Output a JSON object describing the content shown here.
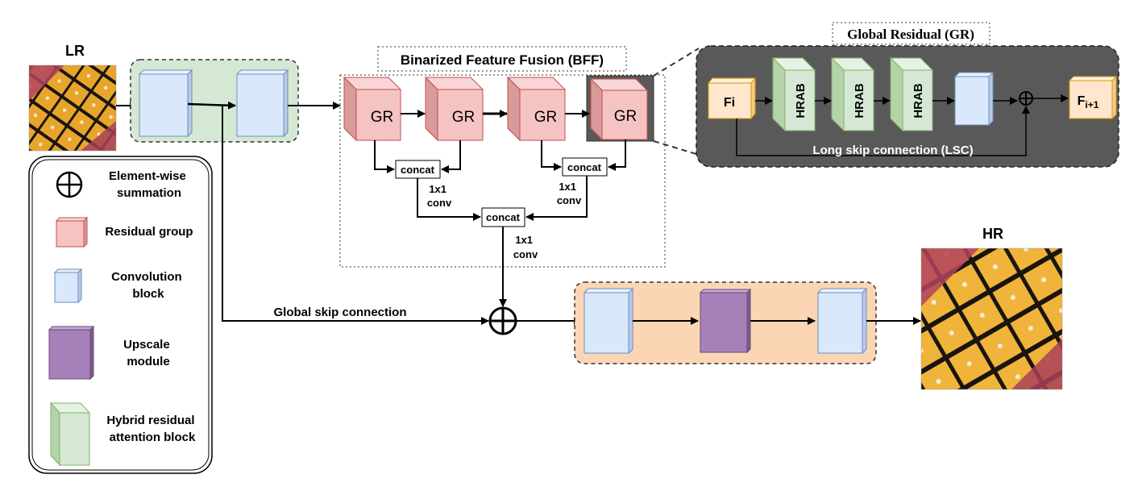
{
  "labels": {
    "lr": "LR",
    "hr": "HR",
    "bff_title": "Binarized Feature Fusion (BFF)",
    "gr_title": "Global Residual (GR)",
    "gr": "GR",
    "concat": "concat",
    "conv_1x1_line1": "1x1",
    "conv_1x1_line2": "conv",
    "global_skip": "Global skip connection",
    "fi": "Fi",
    "fi1_base": "F",
    "fi1_sub": "i+1",
    "hrab": "HRAB",
    "lsc": "Long skip connection (LSC)"
  },
  "legend": {
    "items": [
      {
        "icon": "element-wise-sum-icon",
        "line1": "Element-wise",
        "line2": "summation"
      },
      {
        "icon": "residual-group-icon",
        "line1": "Residual group",
        "line2": ""
      },
      {
        "icon": "convolution-block-icon",
        "line1": "Convolution",
        "line2": "block"
      },
      {
        "icon": "upscale-module-icon",
        "line1": "Upscale",
        "line2": "module"
      },
      {
        "icon": "hybrid-residual-attention-block-icon",
        "line1": "Hybrid residual",
        "line2": "attention block"
      }
    ]
  },
  "colors": {
    "residual_group_fill": "#f6c3c3",
    "residual_group_stroke": "#c0504d",
    "conv_fill": "#dae8fc",
    "conv_stroke": "#6c8ebf",
    "upscale_fill": "#a680b8",
    "upscale_stroke": "#6a4a7a",
    "hrab_fill": "#d5e8d4",
    "hrab_stroke": "#82b366",
    "feature_fill": "#ffe6cc",
    "feature_stroke": "#d79b00",
    "shallow_panel": "#d5e8d4",
    "recon_panel": "#fcd5b4",
    "gr_panel": "#595959"
  }
}
